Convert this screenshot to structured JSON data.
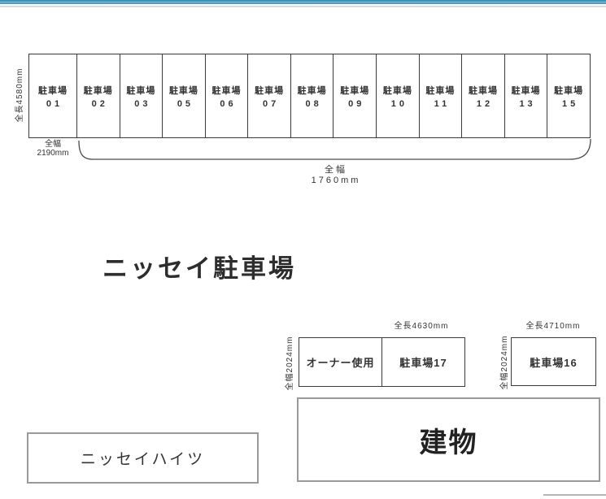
{
  "title": "ニッセイ駐車場",
  "parking_row": {
    "length_label": "全長4580mm",
    "space_word": "駐車場",
    "numbers": [
      "01",
      "02",
      "03",
      "05",
      "06",
      "07",
      "08",
      "09",
      "10",
      "11",
      "12",
      "13",
      "15"
    ],
    "first_space_width": {
      "line1": "全幅",
      "line2": "2190mm"
    },
    "row_width": {
      "line1": "全幅",
      "line2": "1760mm"
    }
  },
  "lot_17": {
    "width_label": "全幅2024mm",
    "length_label": "全長4630mm",
    "owner_cell": "オーナー使用",
    "space_cell": "駐車場17"
  },
  "lot_16": {
    "width_label": "全幅2024mm",
    "length_label": "全長4710mm",
    "space_cell": "駐車場16"
  },
  "building_label": "建物",
  "apartment_label": "ニッセイハイツ",
  "colors": {
    "accent_bar": "#4d9fc3",
    "diagram_border_dark": "#3a3a3a",
    "diagram_border_gray": "#9a9a9a"
  }
}
